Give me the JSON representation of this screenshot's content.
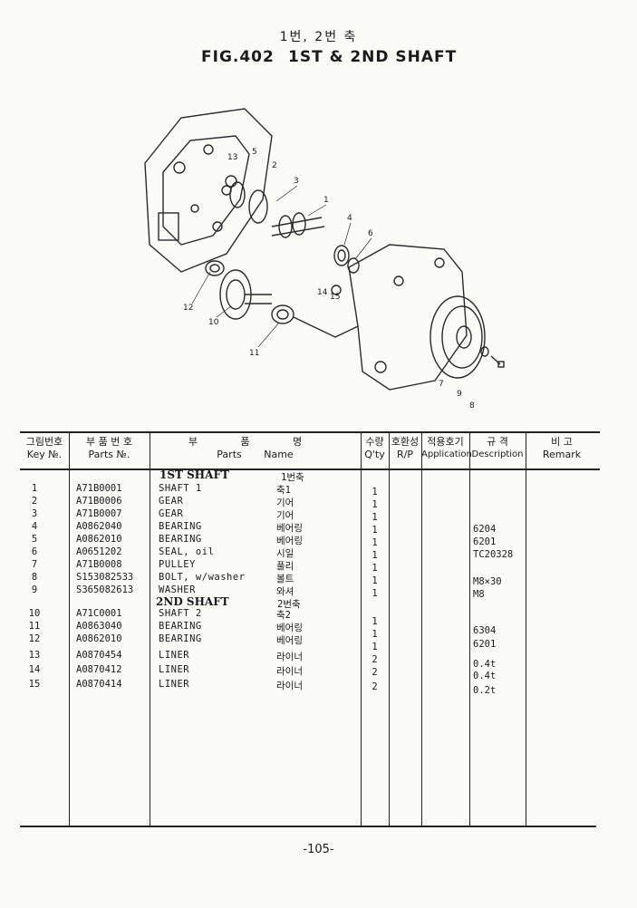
{
  "header": {
    "title_korean": "1번, 2번 축",
    "fig_number": "FIG.402",
    "fig_title": "1ST & 2ND SHAFT"
  },
  "diagram_callouts": [
    "1",
    "2",
    "3",
    "4",
    "5",
    "6",
    "7",
    "8",
    "9",
    "10",
    "11",
    "12",
    "13",
    "14",
    "15"
  ],
  "table": {
    "headers": {
      "key_ko": "그림번호",
      "key_en": "Key №.",
      "part_no_ko": "부 품 번 호",
      "part_no_en": "Parts №.",
      "part_name_ko": "부 품 명",
      "part_name_en_1": "Parts",
      "part_name_en_2": "Name",
      "qty_ko": "수량",
      "qty_en": "Q'ty",
      "rp_ko": "호환성",
      "rp_en": "R/P",
      "app_ko": "적용호기",
      "app_en": "Application",
      "desc_ko": "규 격",
      "desc_en": "Description",
      "remark_ko": "비 고",
      "remark_en": "Remark"
    },
    "sections": [
      {
        "name": "1ST SHAFT",
        "name_ko": "1번축"
      },
      {
        "name": "2ND SHAFT",
        "name_ko": "2번축"
      }
    ],
    "rows": [
      {
        "key": "1",
        "part_no": "A71B0001",
        "name": "SHAFT 1",
        "name_ko": "축1",
        "qty": "1",
        "desc": ""
      },
      {
        "key": "2",
        "part_no": "A71B0006",
        "name": "GEAR",
        "name_ko": "기어",
        "qty": "1",
        "desc": ""
      },
      {
        "key": "3",
        "part_no": "A71B0007",
        "name": "GEAR",
        "name_ko": "기어",
        "qty": "1",
        "desc": ""
      },
      {
        "key": "4",
        "part_no": "A0862040",
        "name": "BEARING",
        "name_ko": "베어링",
        "qty": "1",
        "desc": "6204"
      },
      {
        "key": "5",
        "part_no": "A0862010",
        "name": "BEARING",
        "name_ko": "베어링",
        "qty": "1",
        "desc": "6201"
      },
      {
        "key": "6",
        "part_no": "A0651202",
        "name": "SEAL, oil",
        "name_ko": "시일",
        "qty": "1",
        "desc": "TC20328"
      },
      {
        "key": "7",
        "part_no": "A71B0008",
        "name": "PULLEY",
        "name_ko": "풀리",
        "qty": "1",
        "desc": ""
      },
      {
        "key": "8",
        "part_no": "S153082533",
        "name": "BOLT, w/washer",
        "name_ko": "볼트",
        "qty": "1",
        "desc": "M8×30"
      },
      {
        "key": "9",
        "part_no": "S365082613",
        "name": "WASHER",
        "name_ko": "와셔",
        "qty": "1",
        "desc": "M8"
      },
      {
        "key": "10",
        "part_no": "A71C0001",
        "name": "SHAFT 2",
        "name_ko": "축2",
        "qty": "1",
        "desc": ""
      },
      {
        "key": "11",
        "part_no": "A0863040",
        "name": "BEARING",
        "name_ko": "베어링",
        "qty": "1",
        "desc": "6304"
      },
      {
        "key": "12",
        "part_no": "A0862010",
        "name": "BEARING",
        "name_ko": "베어링",
        "qty": "1",
        "desc": "6201"
      },
      {
        "key": "13",
        "part_no": "A0870454",
        "name": "LINER",
        "name_ko": "라이너",
        "qty": "2",
        "desc": "0.4t"
      },
      {
        "key": "14",
        "part_no": "A0870412",
        "name": "LINER",
        "name_ko": "라이너",
        "qty": "2",
        "desc": "0.4t"
      },
      {
        "key": "15",
        "part_no": "A0870414",
        "name": "LINER",
        "name_ko": "라이너",
        "qty": "2",
        "desc": "0.2t"
      }
    ]
  },
  "footer": {
    "page_number": "-105-"
  }
}
